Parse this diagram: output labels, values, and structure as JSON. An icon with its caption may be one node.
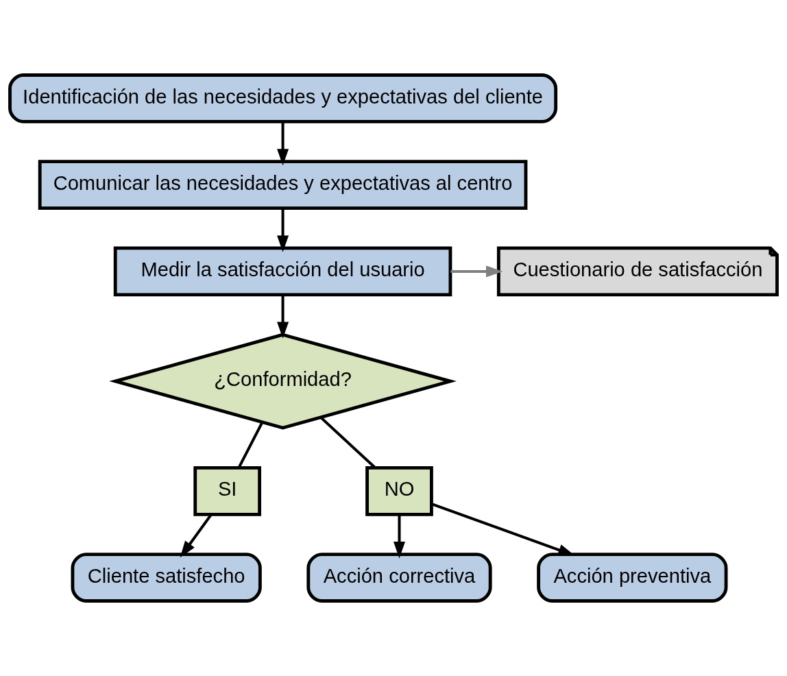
{
  "diagram": {
    "nodes": [
      {
        "text": [
          "Identificación de las necesidades y expectativas del cliente"
        ]
      },
      {
        "text": [
          "Comunicar las necesidades y expectativas al centro"
        ]
      },
      {
        "text": [
          "Medir la satisfacción del usuario"
        ]
      },
      {
        "text": [
          "Cuestionario de satisfacción"
        ]
      },
      {
        "text": [
          "¿Conformidad?"
        ]
      },
      {
        "text": [
          "SI"
        ]
      },
      {
        "text": [
          "NO"
        ]
      },
      {
        "text": [
          "Cliente satisfecho"
        ]
      },
      {
        "text": [
          "Acción correctiva"
        ]
      },
      {
        "text": [
          "Acción preventiva"
        ]
      }
    ],
    "edges": [
      {
        "from": 0,
        "to": 1,
        "arrow": "to"
      },
      {
        "from": 1,
        "to": 2,
        "arrow": "to"
      },
      {
        "from": 2,
        "to": 3,
        "arrow": "to",
        "color": "#808080"
      },
      {
        "from": 2,
        "to": 4,
        "arrow": "to"
      },
      {
        "from": 4,
        "to": 5,
        "arrow": "none"
      },
      {
        "from": 4,
        "to": 6,
        "arrow": "none"
      },
      {
        "from": 5,
        "to": 7,
        "arrow": "to"
      },
      {
        "from": 6,
        "to": 8,
        "arrow": "to"
      },
      {
        "from": 6,
        "to": 9,
        "arrow": "to"
      }
    ]
  }
}
